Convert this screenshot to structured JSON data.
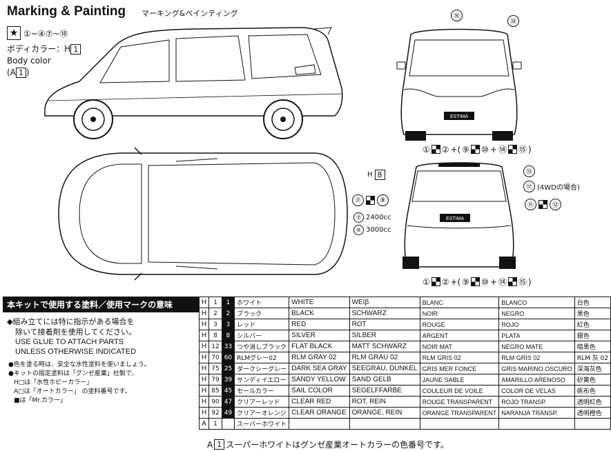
{
  "header": {
    "title": "Marking & Painting",
    "subtitle": "マーキング&ペインティング"
  },
  "markings": {
    "star_mark": "★",
    "range_text": "①~④⑦~⑱",
    "body_color_jp": "ボディカラー：H",
    "body_color_jp_code": "1",
    "body_color_en": "Body color",
    "body_color_alt_prefix": "(A",
    "body_color_alt_code": "1",
    "body_color_alt_suffix": ")"
  },
  "side_view": {
    "callouts": []
  },
  "front_view": {
    "badge_text": "ESTIMA",
    "callout_16": "⑯",
    "callout_18": "⑱",
    "sequence": [
      "①",
      "②",
      "+(",
      "⑨",
      "⑩",
      "+",
      "⑭",
      "⑮",
      ")"
    ]
  },
  "rear_view": {
    "badge_text": "ESTIMA",
    "h_label": "H",
    "h_code": "8",
    "callout_13": "⑬",
    "callout_17": "⑰",
    "callout_17_note": "(4WDの場合)",
    "callout_11": "⑪",
    "callout_12": "⑫",
    "callout_7": "⑦",
    "callout_8": "⑧",
    "cc_7_label": "⑦",
    "cc_7_text": "2400cc",
    "cc_8_label": "⑧",
    "cc_8_text": "3000cc",
    "sequence": [
      "①",
      "②",
      "+(",
      "⑨",
      "⑩",
      "+",
      "⑭",
      "⑮",
      ")"
    ]
  },
  "notes": {
    "heading": "本キットで使用する塗料／使用マークの意味",
    "line1": "◆組み立てには特に指示がある場合を",
    "line2": "除いて接着剤を使用してください。",
    "line3_en": "USE GLUE TO ATTACH PARTS",
    "line4_en": "UNLESS OTHERWISE INDICATED",
    "small1": "●色を塗る時は、安全な水性塗料を使いましょう。",
    "small2": "●キットの指定塗料は「グンゼ産業」社製で、",
    "small3": "H□は「水性ホビーカラー」",
    "small4": "A□は「オートカラー」",
    "small5": "■は「Mr.カラー」",
    "small6": "の塗料番号です。"
  },
  "color_table": {
    "rows": [
      {
        "h": "H",
        "n": "1",
        "m": "1",
        "jp": "ホワイト",
        "en": "WHITE",
        "de": "WEIβ",
        "fr": "BLANC",
        "es": "BLANCO",
        "ja": "白色"
      },
      {
        "h": "H",
        "n": "2",
        "m": "2",
        "jp": "ブラック",
        "en": "BLACK",
        "de": "SCHWARZ",
        "fr": "NOIR",
        "es": "NEGRO",
        "ja": "黒色"
      },
      {
        "h": "H",
        "n": "3",
        "m": "3",
        "jp": "レッド",
        "en": "RED",
        "de": "ROT",
        "fr": "ROUGE",
        "es": "ROJO",
        "ja": "紅色"
      },
      {
        "h": "H",
        "n": "8",
        "m": "8",
        "jp": "シルバー",
        "en": "SILVER",
        "de": "SILBER",
        "fr": "ARGENT",
        "es": "PLATA",
        "ja": "銀色"
      },
      {
        "h": "H",
        "n": "12",
        "m": "33",
        "jp": "つや消しブラック",
        "en": "FLAT BLACK",
        "de": "MATT SCHWARZ",
        "fr": "NOIR MAT",
        "es": "NEGRO MATE",
        "ja": "暗黒色"
      },
      {
        "h": "H",
        "n": "70",
        "m": "60",
        "jp": "RLMグレー02",
        "en": "RLM GRAY 02",
        "de": "RLM GRAU 02",
        "fr": "RLM GRIS 02",
        "es": "RLM GRIS 02",
        "ja": "RLM 灰 02"
      },
      {
        "h": "H",
        "n": "75",
        "m": "25",
        "jp": "ダークシーグレー",
        "en": "DARK SEA GRAY",
        "de": "SEEGRAU, DUNKEL",
        "fr": "GRIS MER FONCE",
        "es": "GRIS MARINO OSCURO",
        "ja": "深海灰色"
      },
      {
        "h": "H",
        "n": "79",
        "m": "39",
        "jp": "サンディイエロー",
        "en": "SANDY YELLOW",
        "de": "SAND GELB",
        "fr": "JAUNE SABLE",
        "es": "AMARILLO ARENOSO",
        "ja": "砂黄色"
      },
      {
        "h": "H",
        "n": "85",
        "m": "45",
        "jp": "セールカラー",
        "en": "SAIL COLOR",
        "de": "SEGELFFARBE",
        "fr": "COULEUR DE VOILE",
        "es": "COLOR DE VELAS",
        "ja": "帆布色"
      },
      {
        "h": "H",
        "n": "90",
        "m": "47",
        "jp": "クリアーレッド",
        "en": "CLEAR RED",
        "de": "ROT, REIN",
        "fr": "ROUGE TRANSPARENT",
        "es": "ROJO TRANSP.",
        "ja": "透明紅色"
      },
      {
        "h": "H",
        "n": "92",
        "m": "49",
        "jp": "クリアーオレンジ",
        "en": "CLEAR ORANGE",
        "de": "ORANGE, REIN",
        "fr": "ORANGE TRANSPARENT",
        "es": "NARANJA TRANSP.",
        "ja": "透明橙色"
      },
      {
        "h": "A",
        "n": "1",
        "m": "",
        "jp": "スーパーホワイト",
        "en": "",
        "de": "",
        "fr": "",
        "es": "",
        "ja": ""
      }
    ]
  },
  "footer": {
    "prefix": "A",
    "code": "1",
    "text": "スーパーホワイトはグンゼ産業オートカラーの色番号です。"
  }
}
